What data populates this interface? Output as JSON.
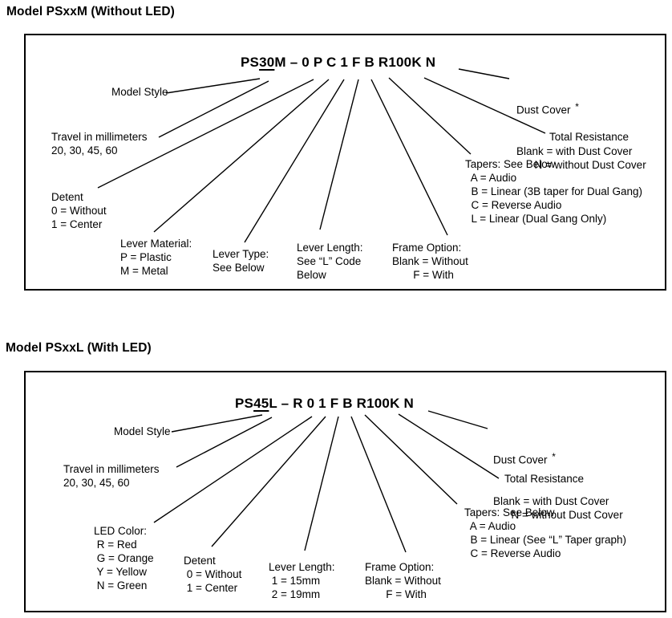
{
  "page_background": "#ffffff",
  "ink_color": "#000000",
  "diagrams": [
    {
      "heading": "Model PSxxM (Without LED)",
      "part_number": {
        "model_prefix": "PS",
        "travel_code": "30",
        "model_suffix": "M",
        "separator": " – ",
        "option_codes": "0 P C 1 F B R100K N"
      },
      "callouts": {
        "model_style": "Model Style",
        "travel": "Travel in millimeters\n20, 30, 45, 60",
        "detent": "Detent\n0 = Without\n1 = Center",
        "lever_material": "Lever Material:\nP = Plastic\nM = Metal",
        "lever_type": "Lever Type:\nSee Below",
        "lever_length": "Lever Length:\nSee “L” Code\nBelow",
        "frame_option": "Frame Option:\nBlank = Without\n       F = With",
        "tapers": "Tapers: See Below\n  A = Audio\n  B = Linear (3B taper for Dual Gang)\n  C = Reverse Audio\n  L = Linear (Dual Gang Only)",
        "total_resistance": "Total Resistance",
        "dust_cover_title": "Dust Cover ",
        "dust_cover_note_mark": "*",
        "dust_cover_options": "Blank = with Dust Cover\n      N = without Dust Cover"
      }
    },
    {
      "heading": "Model PSxxL (With LED)",
      "part_number": {
        "model_prefix": "PS",
        "travel_code": "45",
        "model_suffix": "L",
        "separator": " – ",
        "option_codes": "R 0 1 F B R100K N"
      },
      "callouts": {
        "model_style": "Model Style",
        "travel": "Travel in millimeters\n20, 30, 45, 60",
        "led_color": "LED Color:\n R = Red\n G = Orange\n Y = Yellow\n N = Green",
        "detent": "Detent\n 0 = Without\n 1 = Center",
        "lever_length": "Lever Length:\n 1 = 15mm\n 2 = 19mm",
        "frame_option": "Frame Option:\nBlank = Without\n       F = With",
        "tapers": "Tapers: See Below\n  A = Audio\n  B = Linear (See “L” Taper graph)\n  C = Reverse Audio",
        "total_resistance": "Total Resistance",
        "dust_cover_title": "Dust Cover ",
        "dust_cover_note_mark": "*",
        "dust_cover_options": "Blank = with Dust Cover\n      N = without Dust Cover"
      }
    }
  ]
}
